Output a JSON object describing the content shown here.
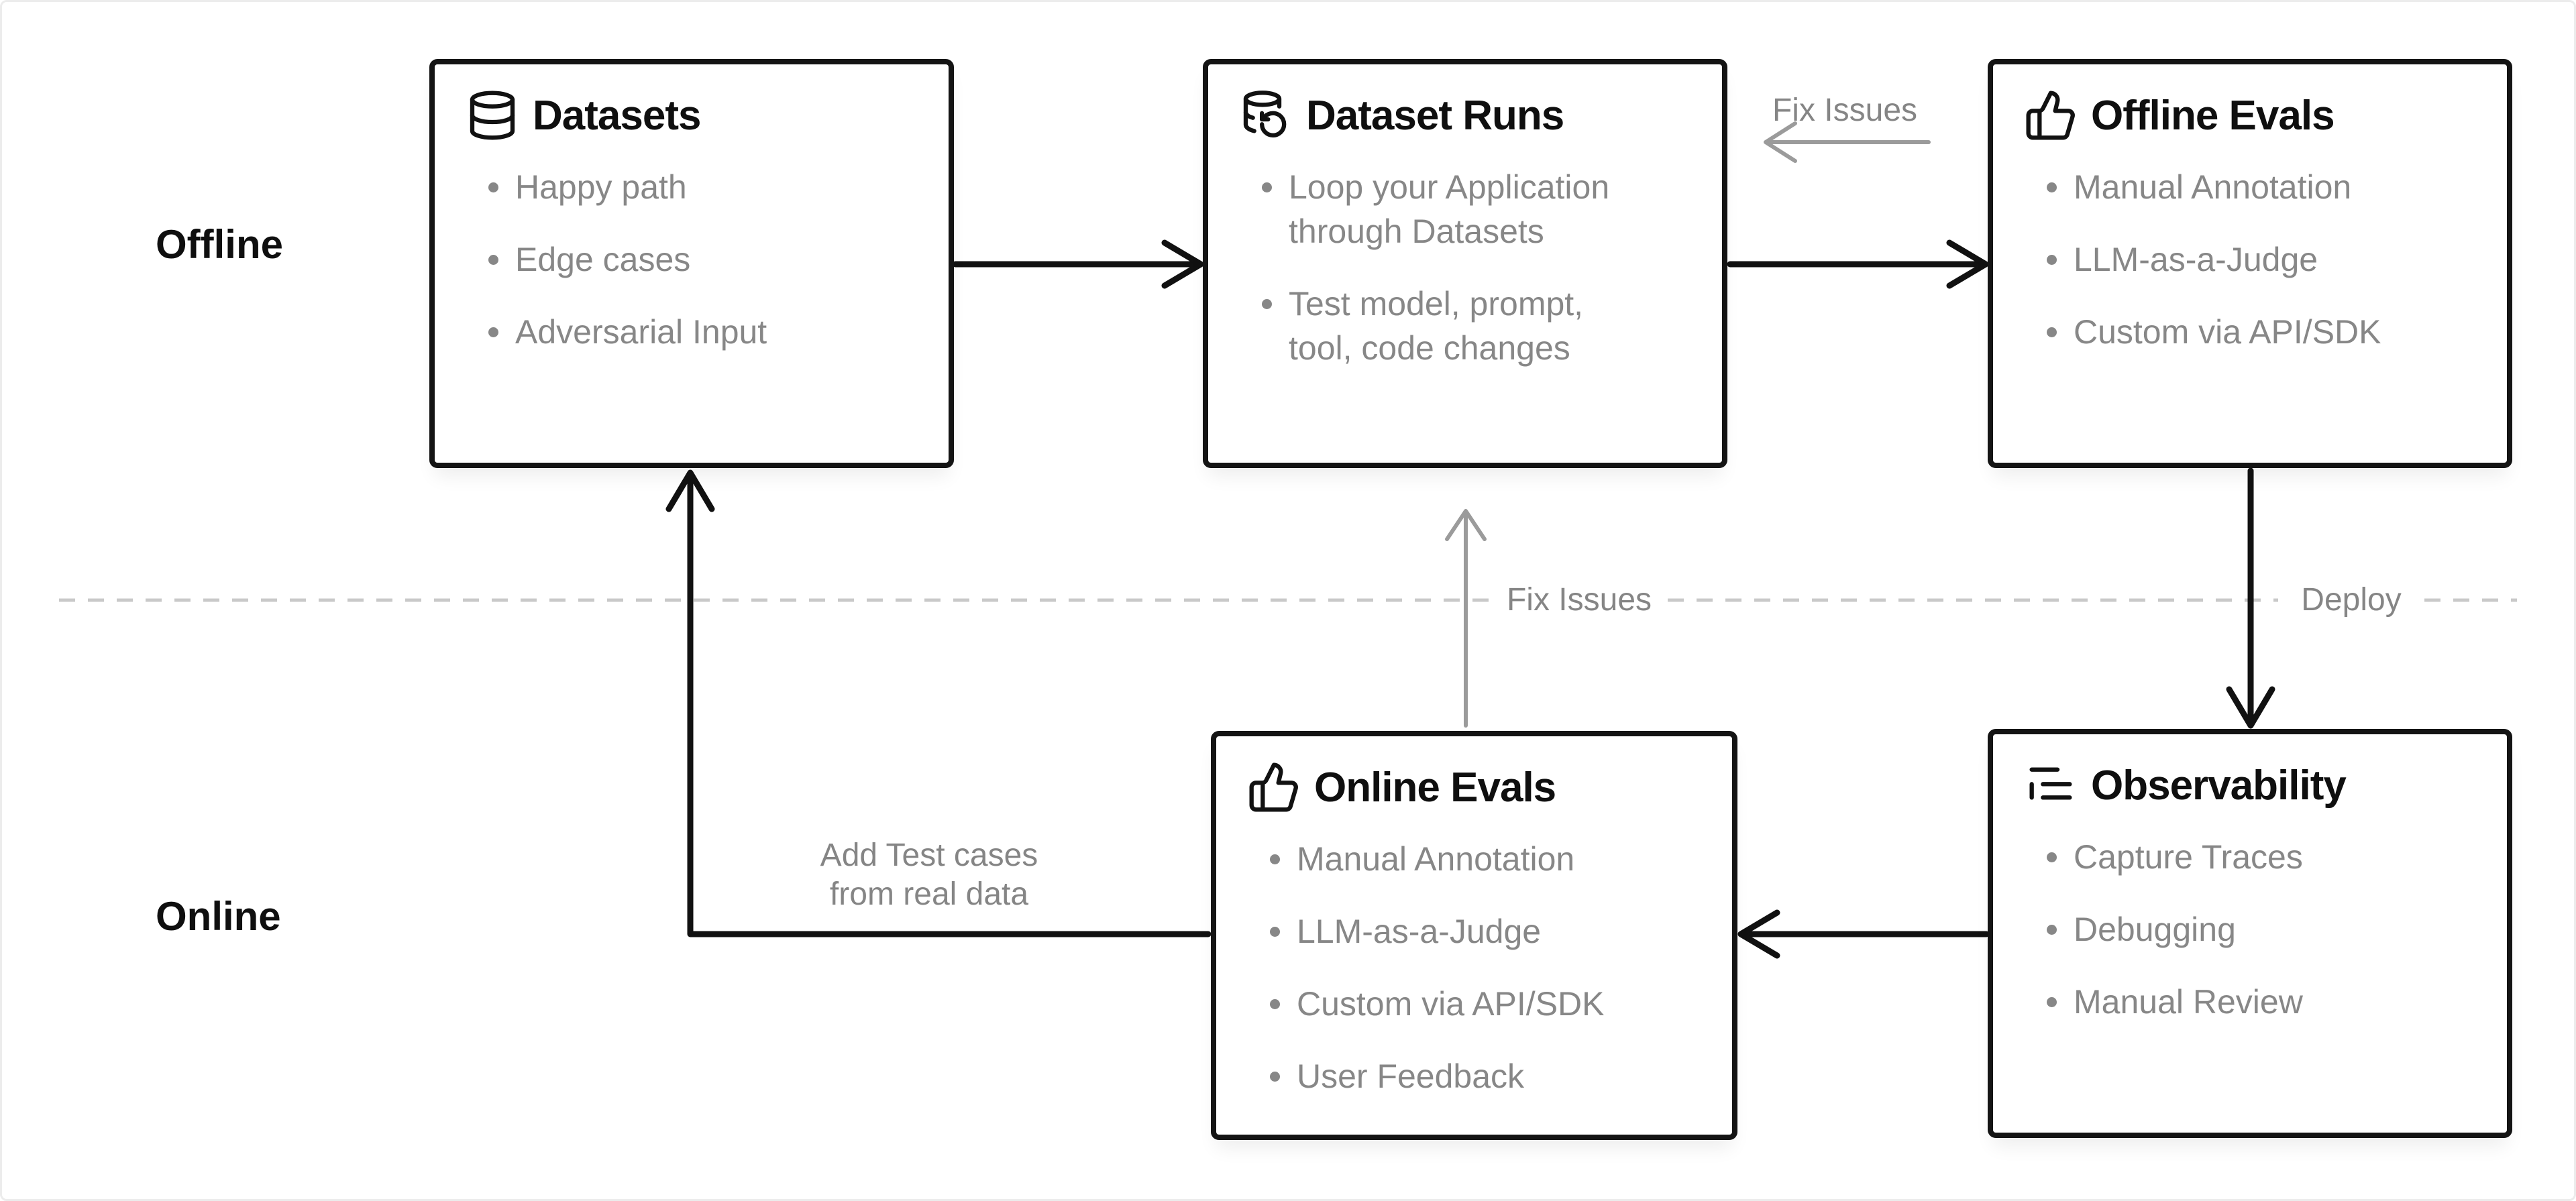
{
  "page": {
    "offline_label": "Offline",
    "online_label": "Online"
  },
  "boxes": {
    "datasets": {
      "title": "Datasets",
      "icon": "database-icon",
      "bullets": [
        "Happy path",
        "Edge cases",
        "Adversarial Input"
      ]
    },
    "dataset_runs": {
      "title": "Dataset Runs",
      "icon": "database-rerun-icon",
      "bullets": [
        "Loop your Application through Datasets",
        "Test model, prompt, tool, code changes"
      ]
    },
    "offline_evals": {
      "title": "Offline Evals",
      "icon": "thumbs-up-icon",
      "bullets": [
        "Manual Annotation",
        "LLM-as-a-Judge",
        "Custom via API/SDK"
      ]
    },
    "online_evals": {
      "title": "Online Evals",
      "icon": "thumbs-up-icon",
      "bullets": [
        "Manual Annotation",
        "LLM-as-a-Judge",
        "Custom via API/SDK",
        "User Feedback"
      ]
    },
    "observability": {
      "title": "Observability",
      "icon": "list-icon",
      "bullets": [
        "Capture Traces",
        "Debugging",
        "Manual Review"
      ]
    }
  },
  "connectors": {
    "fix_issues_top_label": "Fix Issues",
    "fix_issues_mid_label": "Fix Issues",
    "deploy_label": "Deploy",
    "add_test_cases_line1": "Add Test cases",
    "add_test_cases_line2": "from real data"
  },
  "colors": {
    "box_border": "#141414",
    "title_text": "#0f0f0f",
    "bullet_text": "#878787",
    "muted_label_text": "#858585",
    "black_arrow": "#111111",
    "gray_arrow": "#9b9b9b",
    "dashed_line": "#c9c9c9",
    "background": "#ffffff"
  }
}
